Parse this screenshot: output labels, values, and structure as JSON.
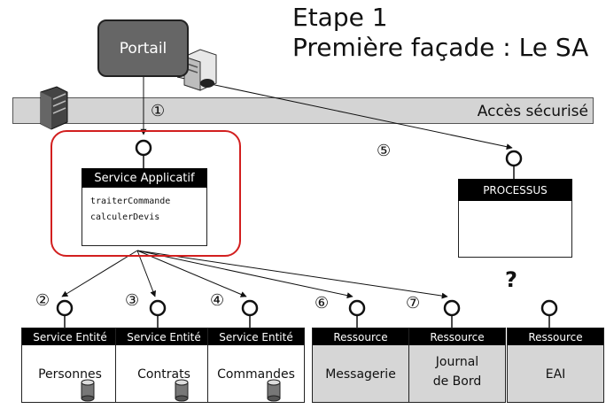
{
  "title": {
    "line1": "Etape 1",
    "line2": "Première façade : Le SA"
  },
  "portail": {
    "label": "Portail"
  },
  "band": {
    "label": "Accès sécurisé"
  },
  "service_applicatif": {
    "header": "Service Applicatif",
    "methods": [
      "traiterCommande",
      "calculerDevis"
    ]
  },
  "processus": {
    "header": "PROCESSUS",
    "question": "?"
  },
  "steps": {
    "s1": "①",
    "s2": "②",
    "s3": "③",
    "s4": "④",
    "s5": "⑤",
    "s6": "⑥",
    "s7": "⑦"
  },
  "boxes": [
    {
      "header": "Service Entité",
      "label": "Personnes",
      "style": "white",
      "database": true
    },
    {
      "header": "Service Entité",
      "label": "Contrats",
      "style": "white",
      "database": true
    },
    {
      "header": "Service Entité",
      "label": "Commandes",
      "style": "white",
      "database": true
    },
    {
      "header": "Ressource",
      "label": "Messagerie",
      "style": "grey",
      "database": false
    },
    {
      "header": "Ressource",
      "label": "Journal de Bord",
      "label_lines": [
        "Journal",
        "de Bord"
      ],
      "style": "grey",
      "database": false
    },
    {
      "header": "Ressource",
      "label": "EAI",
      "style": "grey",
      "database": false
    }
  ],
  "colors": {
    "highlight_frame": "#d21f1f",
    "portail_fill": "#666666",
    "band_fill": "#d4d4d4",
    "resource_fill": "#d6d6d6"
  }
}
